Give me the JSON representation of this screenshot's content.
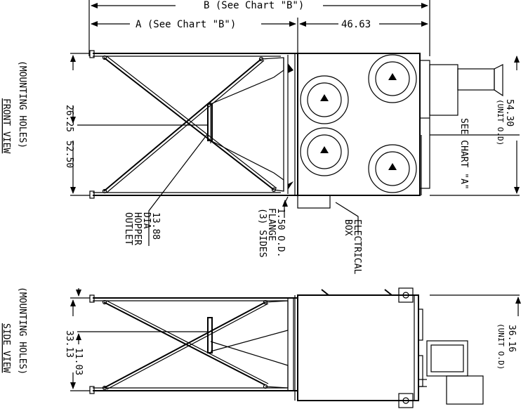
{
  "dimensions": {
    "b_top": "B (See Chart \"B\")",
    "a_top": "A (See Chart \"B\")",
    "width_46": "46.63",
    "d_26_25": "26.25",
    "d_52_50": "52.50",
    "d_54_30": "54.30",
    "unit_od": "(UNIT O.D)",
    "see_chart_a": "SEE CHART \"A\"",
    "d_33_13": "33.13",
    "d_11_03": "11.03",
    "d_36_16": "36.16",
    "unit_od_2": "(UNIT O.D)"
  },
  "callouts": {
    "hopper": [
      "13.88",
      "DIA",
      "HOPPER",
      "OUTLET"
    ],
    "flange": [
      "1.50 O.D.",
      "FLANGE",
      "(3) SIDES"
    ],
    "electrical": [
      "ELECTRICAL",
      "BOX"
    ]
  },
  "labels": {
    "mounting_holes_1": "(MOUNTING HOLES)",
    "front_view": "FRONT VIEW",
    "mounting_holes_2": "(MOUNTING HOLES)",
    "side_view": "SIDE VIEW"
  }
}
